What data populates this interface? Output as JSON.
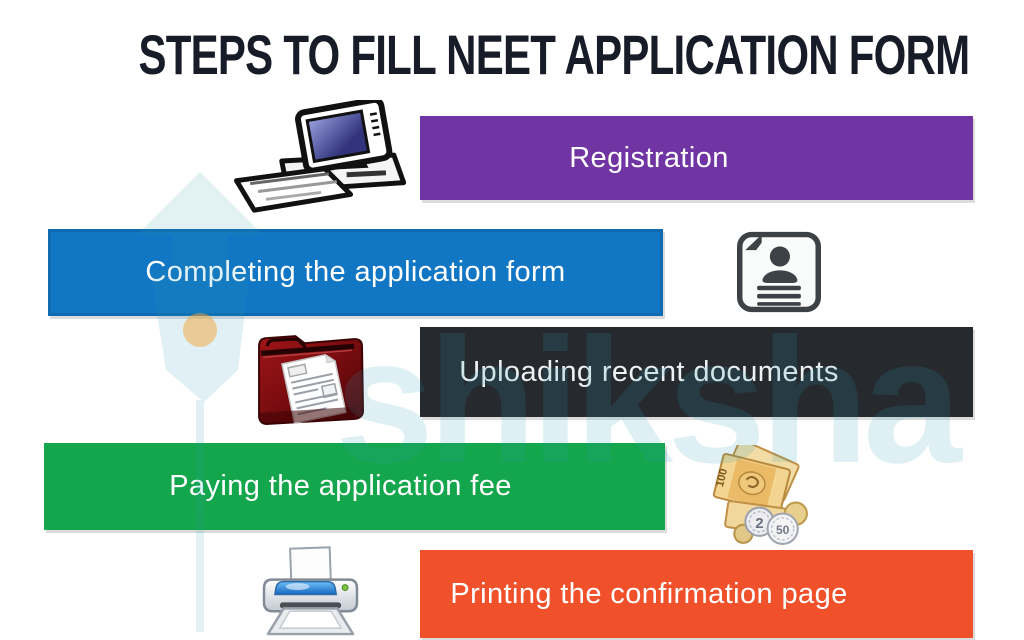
{
  "title": "STEPS TO FILL NEET APPLICATION FORM",
  "title_color": "#171c28",
  "watermark": {
    "text": "shiksha",
    "color": "#2a9db4",
    "accent_dot_color": "#f2a63b"
  },
  "steps": [
    {
      "label": "Registration",
      "color": "#7134a3",
      "icon": "desktop-computer"
    },
    {
      "label": "Completing the application form",
      "color": "#1176c4",
      "icon": "resume-document"
    },
    {
      "label": "Uploading recent documents",
      "color": "#262a2f",
      "icon": "red-folder-documents"
    },
    {
      "label": "Paying the application fee",
      "color": "#14a64c",
      "icon": "money-notes-coins"
    },
    {
      "label": "Printing the confirmation page",
      "color": "#f0512a",
      "icon": "printer"
    }
  ],
  "money_icon_labels": {
    "note_value": "100",
    "coin_small": "2",
    "coin_large": "50"
  }
}
